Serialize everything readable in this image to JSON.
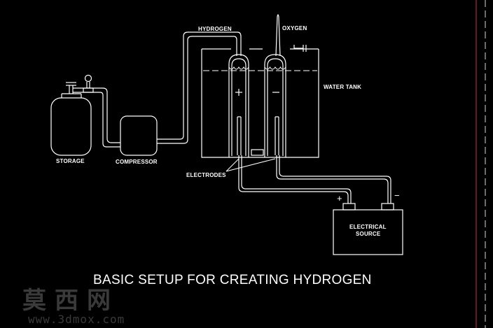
{
  "labels": {
    "hydrogen": "HYDROGEN",
    "oxygen": "OXYGEN",
    "water_tank": "WATER TANK",
    "storage": "STORAGE",
    "compressor": "COMPRESSOR",
    "electrodes": "ELECTRODES",
    "electrical_source_line1": "ELECTRICAL",
    "electrical_source_line2": "SOURCE",
    "plus": "+",
    "minus": "−"
  },
  "title": "BASIC SETUP FOR CREATING HYDROGEN",
  "watermark": {
    "chinese": "莫西网",
    "url": "www.3dmox.com"
  },
  "colors": {
    "background": "#000000",
    "lines": "#ffffff",
    "border": "#c8324b",
    "dashed": "#d8d8d8",
    "watermark": "#3a3a3a"
  }
}
